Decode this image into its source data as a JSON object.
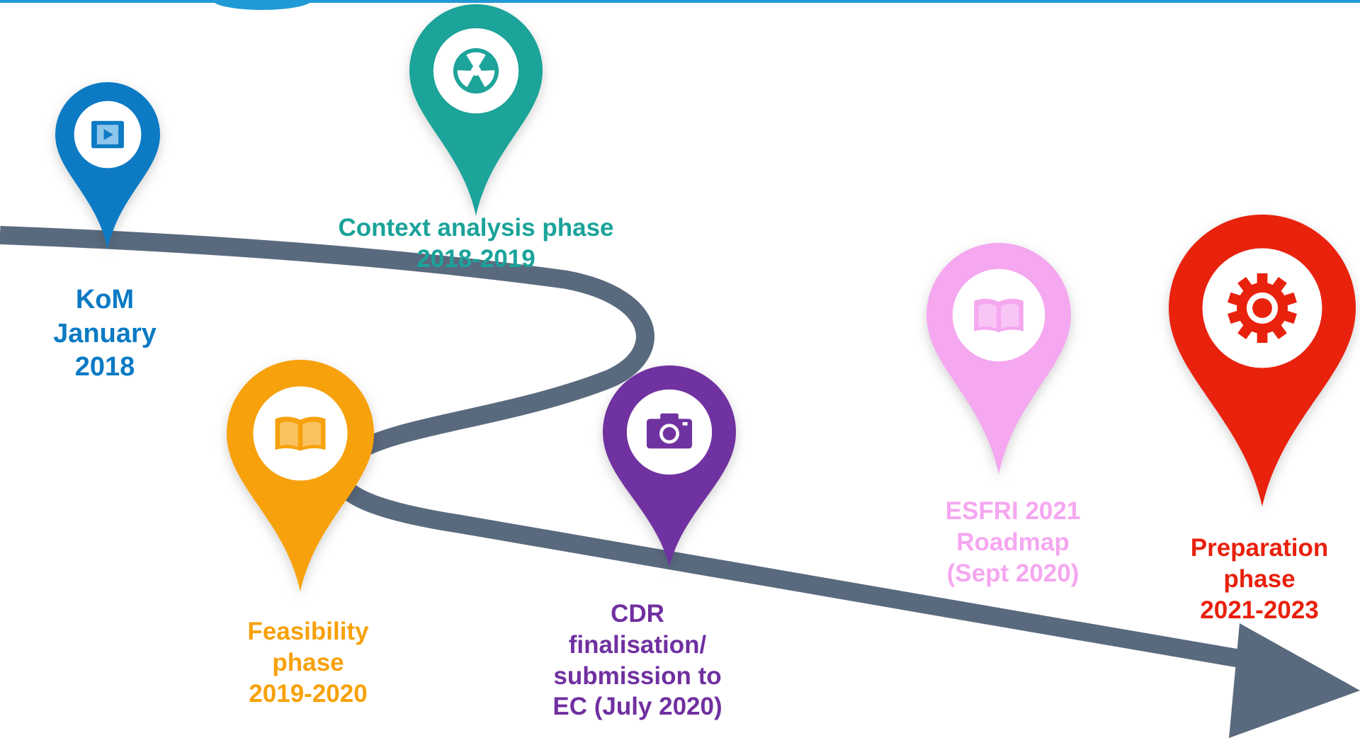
{
  "milestones": [
    {
      "id": "kom",
      "icon": "video-icon",
      "color": "#0a7ac4",
      "lines": [
        "KoM",
        "January",
        "2018"
      ]
    },
    {
      "id": "context",
      "icon": "radiation-icon",
      "color": "#1aa39a",
      "lines": [
        "Context analysis phase",
        "2018-2019"
      ]
    },
    {
      "id": "feasibility",
      "icon": "book-icon",
      "color": "#f7a10a",
      "lines": [
        "Feasibility",
        "phase",
        "2019-2020"
      ]
    },
    {
      "id": "cdr",
      "icon": "camera-icon",
      "color": "#7030a0",
      "lines": [
        "CDR",
        "finalisation/",
        "submission to",
        "EC (July 2020)"
      ]
    },
    {
      "id": "esfri",
      "icon": "book-icon",
      "color": "#f5a7f0",
      "lines": [
        "ESFRI 2021",
        "Roadmap",
        "(Sept 2020)"
      ]
    },
    {
      "id": "preparation",
      "icon": "gear-icon",
      "color": "#e8200c",
      "lines": [
        "Preparation",
        "phase",
        "2021-2023"
      ]
    }
  ],
  "road_color": "#5a6a7e",
  "accent": "#1f9ad6"
}
